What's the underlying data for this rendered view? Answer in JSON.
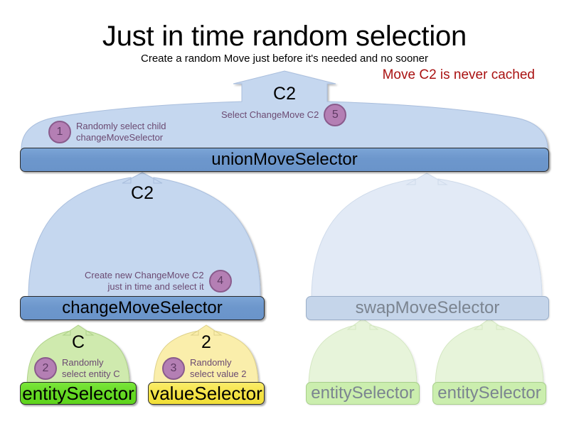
{
  "header": {
    "title": "Just in time random selection",
    "subtitle": "Create a random Move just before it's needed and no sooner",
    "note": "Move C2 is never cached",
    "note_color": "#a91111"
  },
  "colors": {
    "balloon_blue": "#c5d7ef",
    "balloon_blue_faded": "#e2eaf6",
    "balloon_green": "#cfeaae",
    "balloon_green_faded": "#e7f4da",
    "balloon_yellow": "#faeeab",
    "bar_blue": "#6f99ce",
    "bar_blue_faded": "#c5d5ea",
    "bar_green": "#64d822",
    "bar_yellow": "#f4e244",
    "step_circle": "#b47fb4",
    "step_border": "#8a5b8c",
    "annotation_text": "#6b4a72",
    "faded_text": "#7b8490"
  },
  "nodes": {
    "union": {
      "label": "unionMoveSelector"
    },
    "change": {
      "label": "changeMoveSelector"
    },
    "swap": {
      "label": "swapMoveSelector"
    },
    "entity_c": {
      "label": "entitySelector"
    },
    "value_2": {
      "label": "valueSelector"
    },
    "swap_entity_1": {
      "label": "entitySelector"
    },
    "swap_entity_2": {
      "label": "entitySelector"
    }
  },
  "flow_labels": {
    "union_out": "C2",
    "change_out": "C2",
    "entity_out": "C",
    "value_out": "2"
  },
  "steps": [
    {
      "n": "1",
      "text": "Randomly select child\nchangeMoveSelector",
      "align": "left"
    },
    {
      "n": "5",
      "text": "Select ChangeMove C2",
      "align": "right"
    },
    {
      "n": "4",
      "text": "Create new ChangeMove C2\njust in time and select it",
      "align": "right"
    },
    {
      "n": "2",
      "text": "Randomly\nselect entity C",
      "align": "left"
    },
    {
      "n": "3",
      "text": "Randomly\nselect value 2",
      "align": "left"
    }
  ]
}
